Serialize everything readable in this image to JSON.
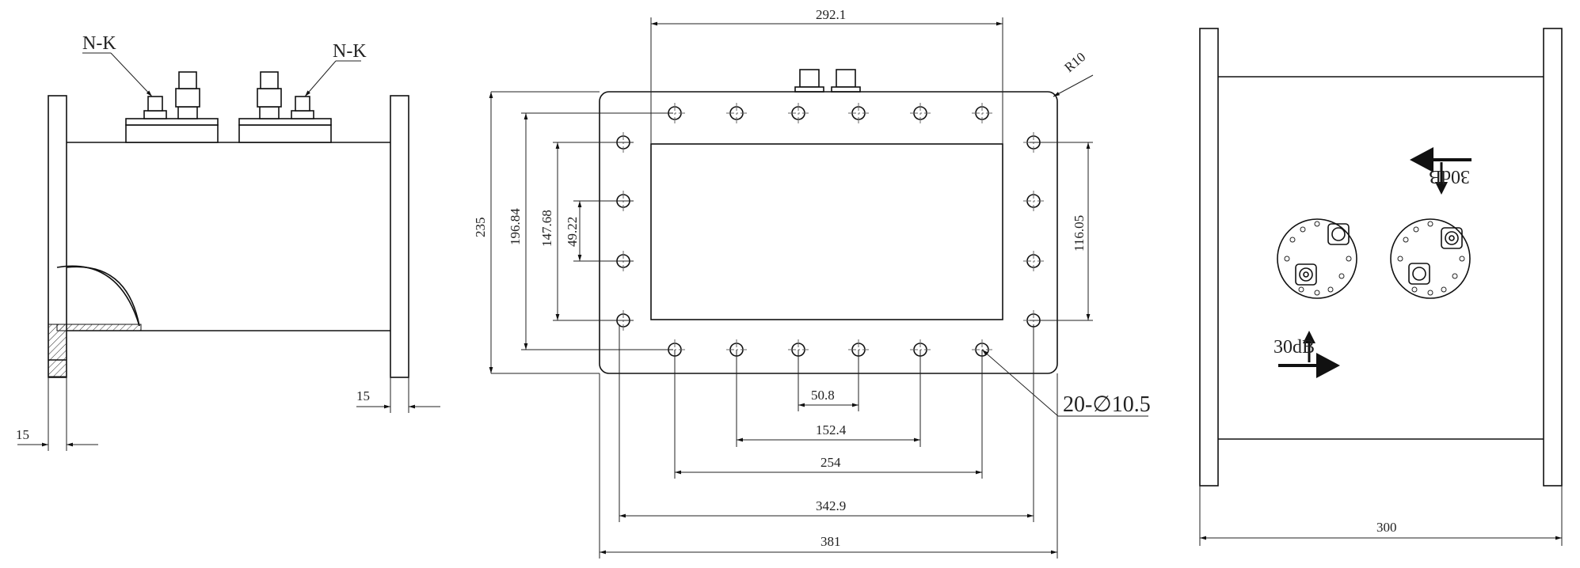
{
  "side_view": {
    "connector_label_left": "N-K",
    "connector_label_right": "N-K",
    "dim_flange_left": "15",
    "dim_flange_right": "15"
  },
  "front_view": {
    "dim_top": "292.1",
    "dim_corner_radius": "R10",
    "dim_height_outer": "235",
    "dim_height_holes_outer": "196.84",
    "dim_height_inner_opening": "147.68",
    "dim_height_hole_pitch": "49.22",
    "dim_height_right": "116.05",
    "dim_hole_pitch": "50.8",
    "dim_holes_inner": "152.4",
    "dim_holes_mid": "254",
    "dim_holes_outer": "342.9",
    "dim_width_overall": "381",
    "hole_callout": "20-∅10.5"
  },
  "top_view": {
    "coupling_reverse": "30dB",
    "coupling_forward": "30dB",
    "dim_length": "300"
  }
}
